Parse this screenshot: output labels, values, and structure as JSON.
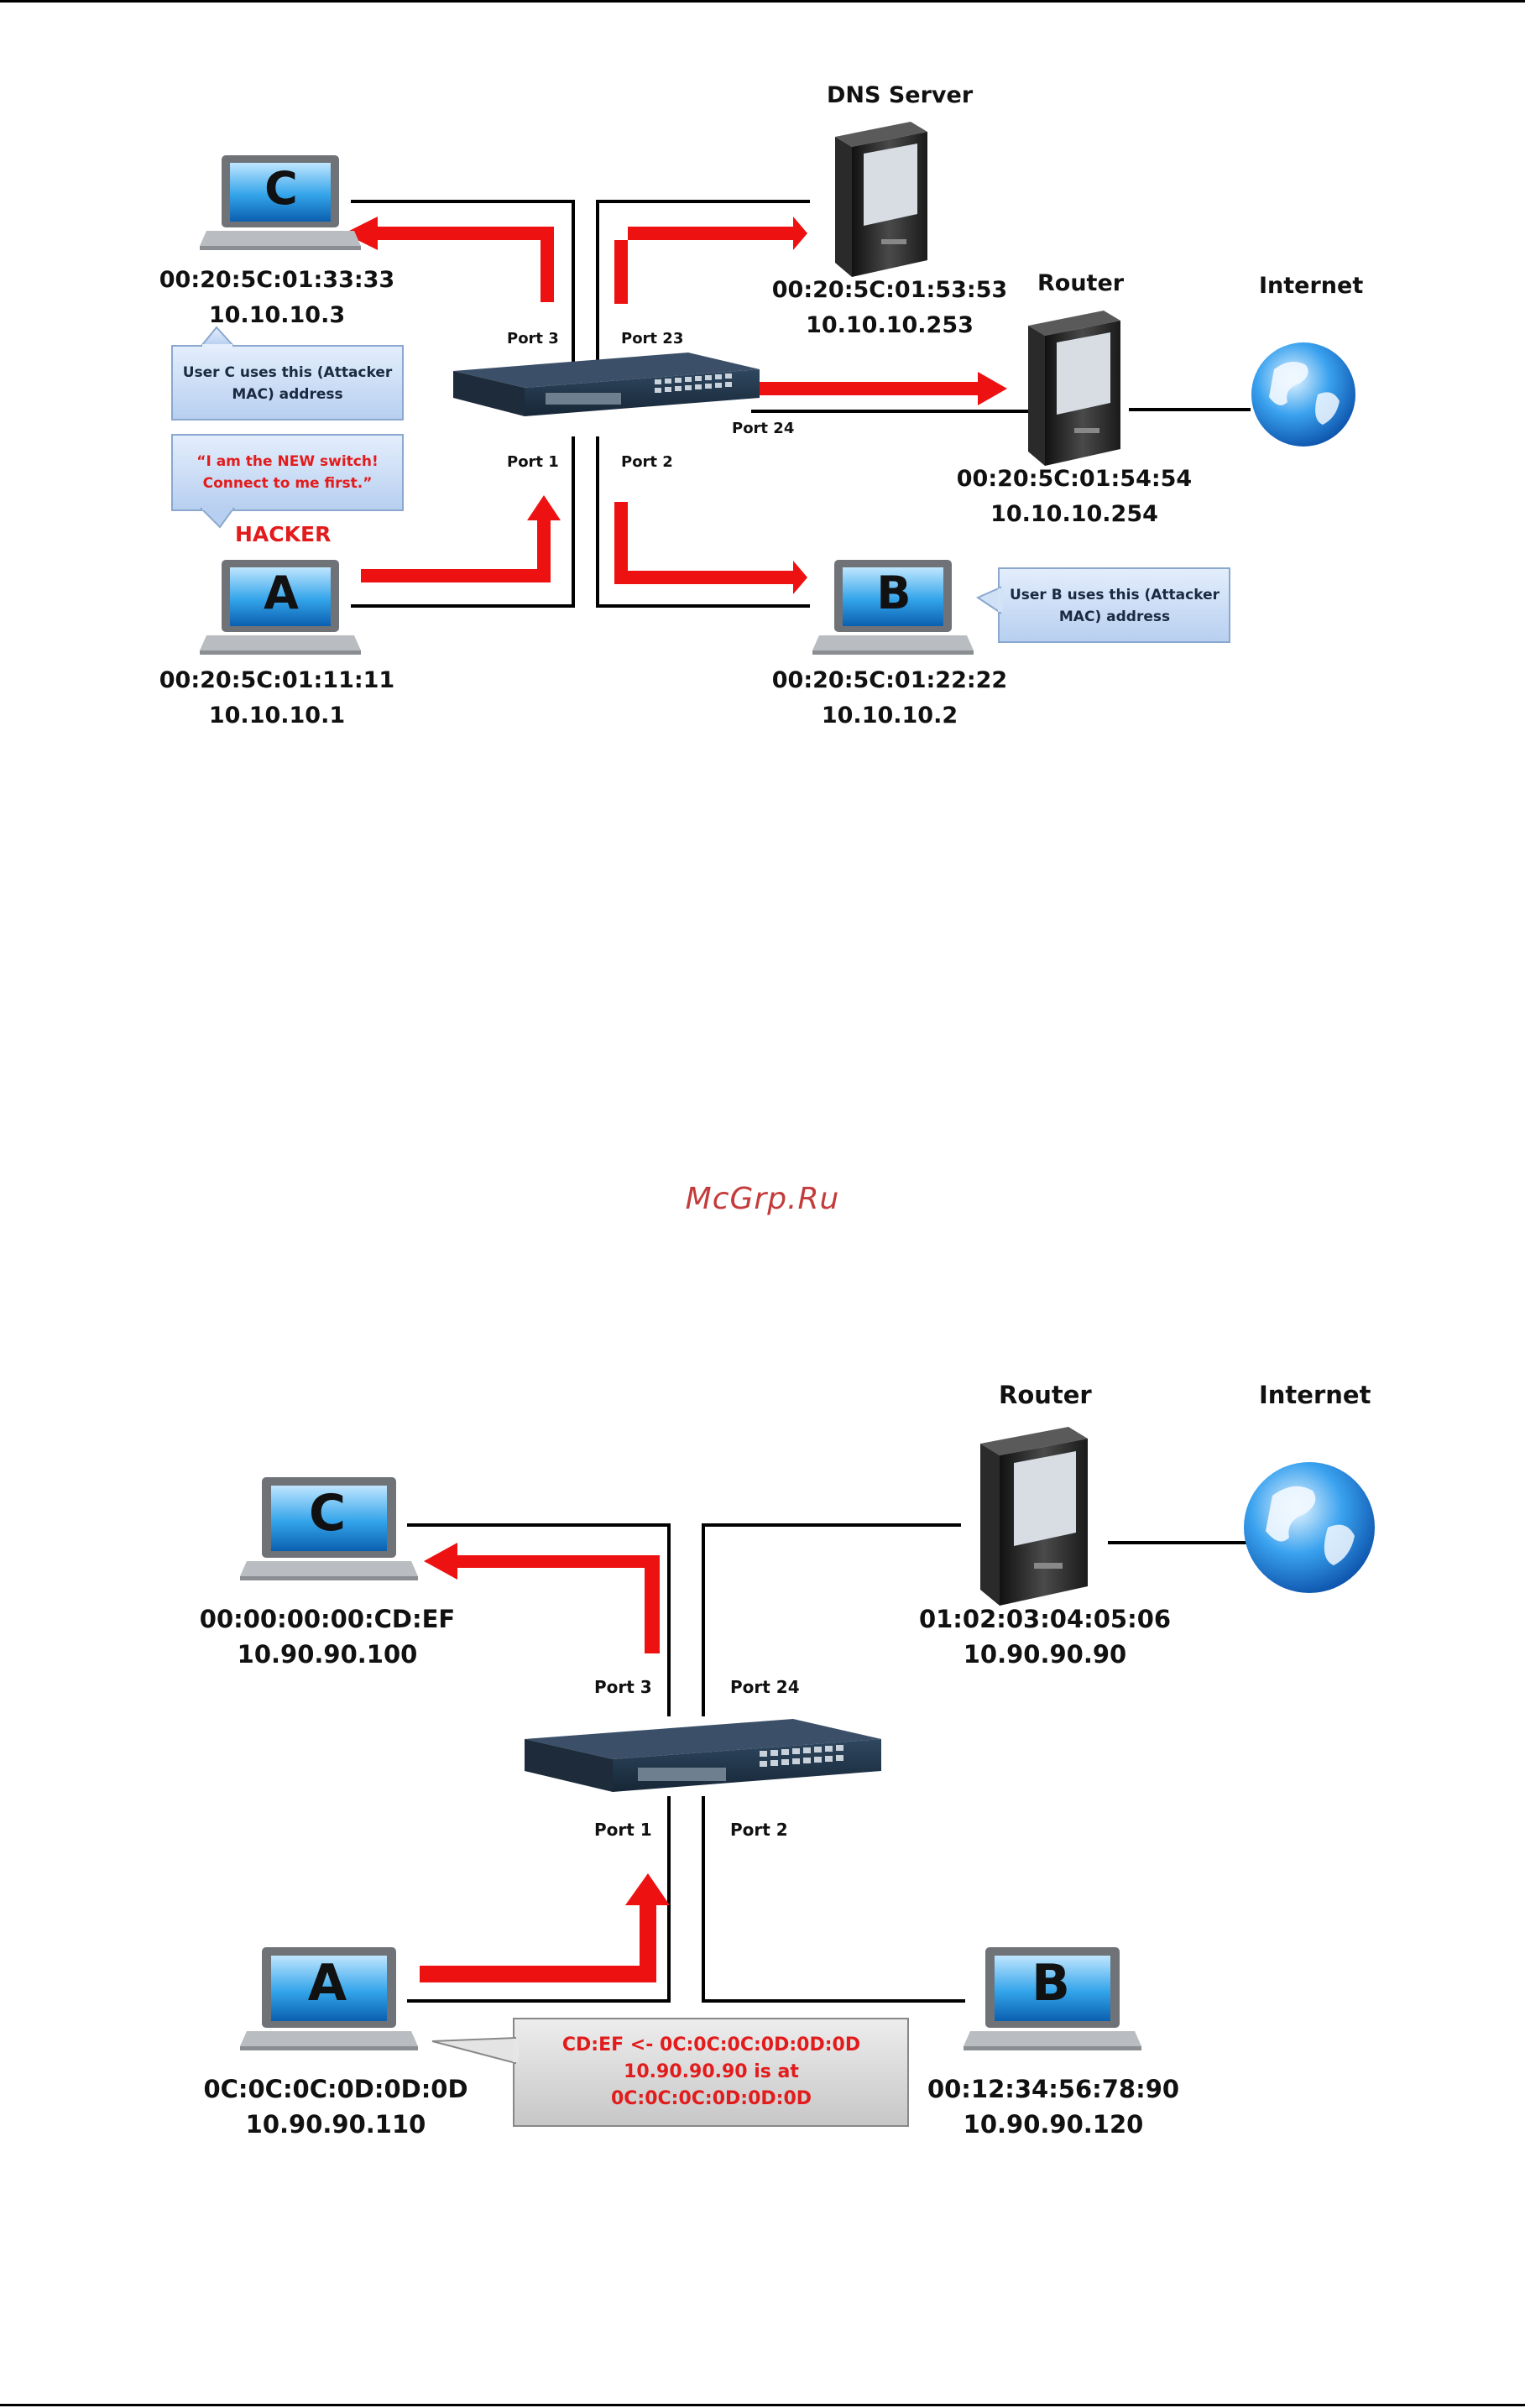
{
  "watermark": "McGrp.Ru",
  "diagram1": {
    "labels": {
      "dns_server": "DNS Server",
      "router": "Router",
      "internet": "Internet",
      "hacker": "HACKER"
    },
    "ports": {
      "port1": "Port 1",
      "port2": "Port 2",
      "port3": "Port 3",
      "port23": "Port 23",
      "port24": "Port 24"
    },
    "hosts": {
      "c": {
        "letter": "C",
        "mac": "00:20:5C:01:33:33",
        "ip": "10.10.10.3"
      },
      "a": {
        "letter": "A",
        "mac": "00:20:5C:01:11:11",
        "ip": "10.10.10.1"
      },
      "b": {
        "letter": "B",
        "mac": "00:20:5C:01:22:22",
        "ip": "10.10.10.2"
      },
      "dns": {
        "mac": "00:20:5C:01:53:53",
        "ip": "10.10.10.253"
      },
      "router": {
        "mac": "00:20:5C:01:54:54",
        "ip": "10.10.10.254"
      }
    },
    "callouts": {
      "user_c": "User C uses this (Attacker MAC) address",
      "user_b": "User B uses this (Attacker MAC) address",
      "hacker_quote": "“I am the NEW switch! Connect to me first.”"
    }
  },
  "diagram2": {
    "labels": {
      "router": "Router",
      "internet": "Internet"
    },
    "ports": {
      "port1": "Port 1",
      "port2": "Port 2",
      "port3": "Port 3",
      "port24": "Port 24"
    },
    "hosts": {
      "c": {
        "letter": "C",
        "mac": "00:00:00:00:CD:EF",
        "ip": "10.90.90.100"
      },
      "a": {
        "letter": "A",
        "mac": "0C:0C:0C:0D:0D:0D",
        "ip": "10.90.90.110"
      },
      "b": {
        "letter": "B",
        "mac": "00:12:34:56:78:90",
        "ip": "10.90.90.120"
      },
      "router": {
        "mac": "01:02:03:04:05:06",
        "ip": "10.90.90.90"
      }
    },
    "callout": {
      "line1": "CD:EF <- 0C:0C:0C:0D:0D:0D",
      "line2": "10.90.90.90 is at",
      "line3": "0C:0C:0C:0D:0D:0D"
    }
  },
  "colors": {
    "arrow": "#ee1111",
    "hacker_text": "#e21c1c",
    "callout_blue": "#cfe0f7",
    "callout_gray": "#d4d4d4"
  }
}
